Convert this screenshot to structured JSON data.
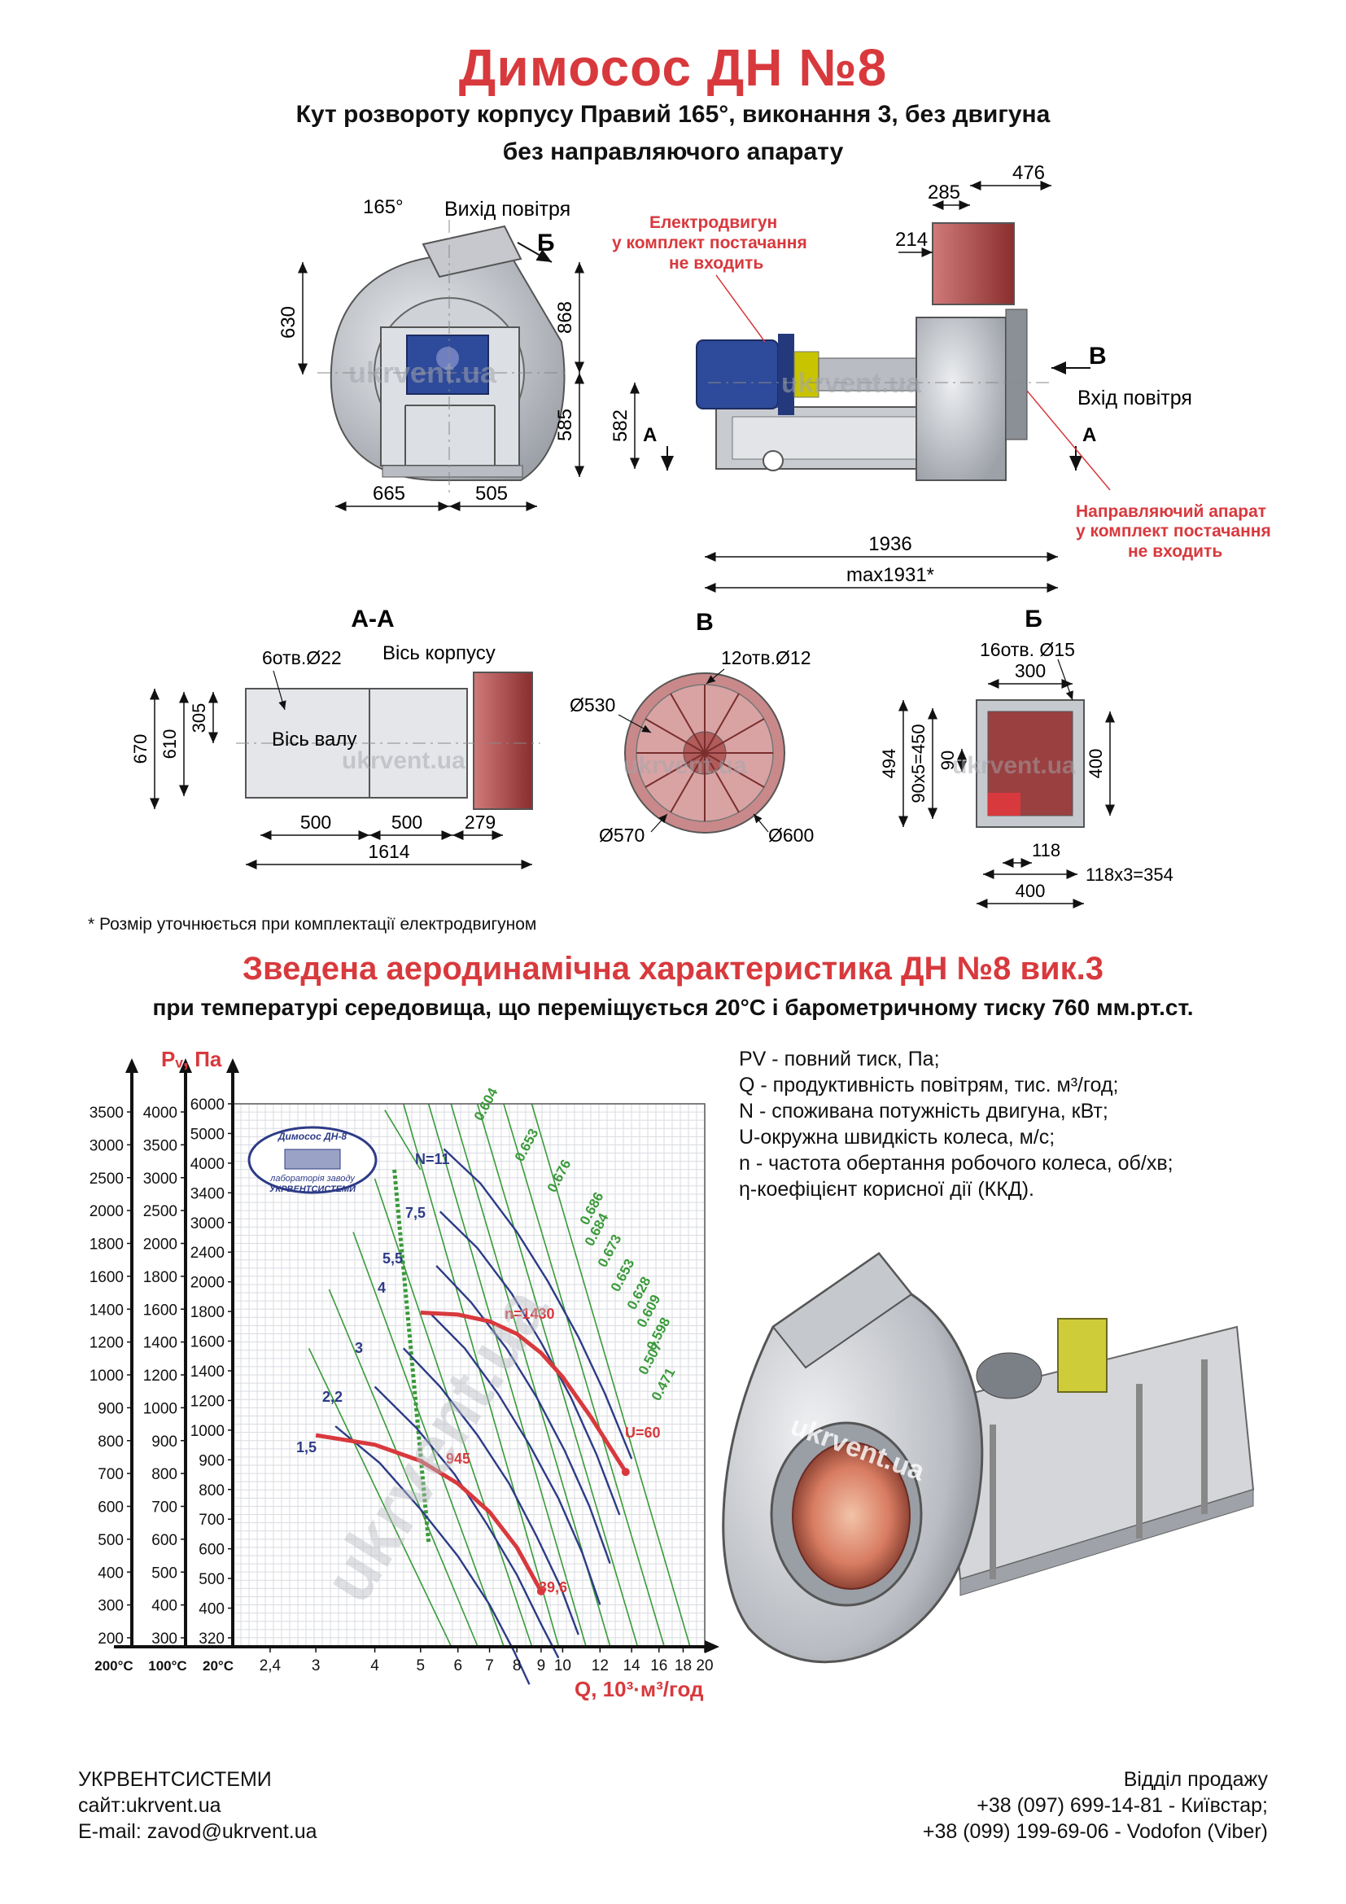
{
  "header": {
    "title": "Димосос  ДН №8",
    "subtitle_line1": "Кут розвороту корпусу Правий 165°, виконання 3, без двигуна",
    "subtitle_line2": "без направляючого апарату"
  },
  "drawing": {
    "front": {
      "angle": "165°",
      "outlet_label": "Вихід повітря",
      "section_mark_b": "Б",
      "dim_630": "630",
      "dim_868": "868",
      "dim_585": "585",
      "dim_665": "665",
      "dim_505": "505",
      "watermark": "ukrvent.ua"
    },
    "side": {
      "motor_note_1": "Електродвигун",
      "motor_note_2": "у комплект постачання",
      "motor_note_3": "не входить",
      "dim_476": "476",
      "dim_285": "285",
      "dim_214": "214",
      "dim_582": "582",
      "mark_a_left": "А",
      "mark_a_right": "А",
      "mark_v": "В",
      "inlet_label": "Вхід повітря",
      "guide_note_1": "Направляючий апарат",
      "guide_note_2": "у комплект постачання",
      "guide_note_3": "не входить",
      "dim_1936": "1936",
      "dim_max": "max1931*",
      "watermark": "ukrvent.ua"
    },
    "section_aa": {
      "title": "А-А",
      "holes": "6отв.Ø22",
      "housing_axis": "Вісь корпусу",
      "shaft_axis": "Вісь валу",
      "dim_670": "670",
      "dim_610": "610",
      "dim_305": "305",
      "dim_500a": "500",
      "dim_500b": "500",
      "dim_279": "279",
      "dim_1614": "1614",
      "watermark": "ukrvent.ua"
    },
    "section_v": {
      "title": "В",
      "holes": "12отв.Ø12",
      "d530": "Ø530",
      "d570": "Ø570",
      "d600": "Ø600",
      "watermark": "ukrvent.ua"
    },
    "section_b": {
      "title": "Б",
      "holes": "16отв. Ø15",
      "dim_300": "300",
      "dim_494": "494",
      "dim_90x5": "90x5=450",
      "dim_90": "90",
      "dim_400v": "400",
      "dim_118": "118",
      "dim_118x3": "118x3=354",
      "dim_400h": "400",
      "watermark": "ukrvent.ua"
    }
  },
  "footnote": "* Розмір уточнюється при комплектації електродвигуном",
  "section2": {
    "title": "Зведена аеродинамічна характеристика ДН №8 вик.3",
    "subtitle": "при температурі середовища, що переміщується 20°С і барометричному тиску 760 мм.рт.ст."
  },
  "chart_data": {
    "type": "line",
    "title": "",
    "ylabel": "Pᵥ, Па",
    "xlabel": "Q, 10³·м³/год",
    "x_scale": "log",
    "y_scale": "log",
    "xlim": [
      2,
      20
    ],
    "ylim": [
      320,
      6000
    ],
    "grid": true,
    "x_ticks": [
      "2,4",
      "3",
      "4",
      "5",
      "6",
      "7",
      "8",
      "9",
      "10",
      "12",
      "14",
      "16",
      "18",
      "20"
    ],
    "x_temp_labels": [
      "200°С",
      "100°С",
      "20°С"
    ],
    "y_axis_200C": [
      "3500",
      "3000",
      "2500",
      "2000",
      "1800",
      "1600",
      "1400",
      "1200",
      "1000",
      "900",
      "800",
      "700",
      "600",
      "500",
      "400",
      "300",
      "200"
    ],
    "y_axis_100C": [
      "4000",
      "3500",
      "3000",
      "2500",
      "2000",
      "1800",
      "1600",
      "1400",
      "1200",
      "1000",
      "900",
      "800",
      "700",
      "600",
      "500",
      "400",
      "300"
    ],
    "y_axis_20C": [
      "6000",
      "5000",
      "4000",
      "3400",
      "3000",
      "2400",
      "2000",
      "1800",
      "1600",
      "1400",
      "1200",
      "1000",
      "900",
      "800",
      "700",
      "600",
      "500",
      "400",
      "320"
    ],
    "stamp": {
      "line1": "Димосос ДН-8",
      "line2": "лабораторія заводу",
      "line3": "УКРВЕНТСИСТЕМИ"
    },
    "watermark": "ukrvent.ua",
    "power_labels": [
      "N=11",
      "7,5",
      "5,5",
      "4",
      "3",
      "2,2",
      "1,5"
    ],
    "speed_labels": [
      "n=1430",
      "945"
    ],
    "speed_end_labels": [
      "U=60",
      "39,6"
    ],
    "efficiency_labels": [
      "0.604",
      "0.653",
      "0.676",
      "0.686",
      "0.684",
      "0.673",
      "0.653",
      "0.628",
      "0.609",
      "0.598",
      "0.507",
      "0.471"
    ],
    "series": [
      {
        "name": "n=1430",
        "points": [
          [
            5.0,
            1940
          ],
          [
            6.0,
            1920
          ],
          [
            7.0,
            1850
          ],
          [
            8.0,
            1730
          ],
          [
            9.0,
            1560
          ],
          [
            10.0,
            1370
          ],
          [
            11.5,
            1100
          ],
          [
            13.6,
            820
          ]
        ]
      },
      {
        "name": "945",
        "points": [
          [
            3.0,
            1000
          ],
          [
            4.0,
            950
          ],
          [
            5.0,
            870
          ],
          [
            6.0,
            770
          ],
          [
            7.0,
            660
          ],
          [
            8.0,
            545
          ],
          [
            9.0,
            430
          ]
        ]
      }
    ],
    "power_curves": [
      {
        "name": "N=11",
        "points": [
          [
            5.6,
            4700
          ],
          [
            6.7,
            3900
          ],
          [
            8.0,
            3000
          ],
          [
            9.3,
            2300
          ],
          [
            10.8,
            1700
          ],
          [
            12.3,
            1250
          ],
          [
            14.0,
            880
          ]
        ]
      },
      {
        "name": "7,5",
        "points": [
          [
            5.5,
            3350
          ],
          [
            6.6,
            2750
          ],
          [
            7.8,
            2150
          ],
          [
            9.0,
            1650
          ],
          [
            10.4,
            1230
          ],
          [
            11.8,
            900
          ],
          [
            13.2,
            650
          ]
        ]
      },
      {
        "name": "5,5",
        "points": [
          [
            5.4,
            2500
          ],
          [
            6.4,
            2050
          ],
          [
            7.6,
            1600
          ],
          [
            8.8,
            1230
          ],
          [
            10.1,
            920
          ],
          [
            11.4,
            680
          ],
          [
            12.6,
            500
          ]
        ]
      },
      {
        "name": "4",
        "points": [
          [
            5.2,
            1950
          ],
          [
            6.2,
            1600
          ],
          [
            7.3,
            1250
          ],
          [
            8.5,
            950
          ],
          [
            9.8,
            710
          ],
          [
            11.0,
            530
          ],
          [
            12.0,
            400
          ]
        ]
      },
      {
        "name": "3",
        "points": [
          [
            4.6,
            1600
          ],
          [
            5.5,
            1300
          ],
          [
            6.6,
            1000
          ],
          [
            7.7,
            770
          ],
          [
            8.8,
            580
          ],
          [
            9.9,
            440
          ],
          [
            10.8,
            340
          ]
        ]
      },
      {
        "name": "2,2",
        "points": [
          [
            4.0,
            1300
          ],
          [
            4.9,
            1040
          ],
          [
            5.9,
            810
          ],
          [
            6.9,
            620
          ],
          [
            8.0,
            470
          ],
          [
            9.0,
            360
          ],
          [
            9.8,
            300
          ]
        ]
      },
      {
        "name": "1,5",
        "points": [
          [
            3.3,
            1050
          ],
          [
            4.1,
            860
          ],
          [
            5.0,
            670
          ],
          [
            6.0,
            520
          ],
          [
            7.0,
            400
          ],
          [
            7.9,
            310
          ],
          [
            8.5,
            260
          ]
        ]
      }
    ]
  },
  "legend": {
    "pv": "PV - повний тиск, Па;",
    "q": "Q - продуктивність повітрям, тис. м³/год;",
    "n_power": "N - споживана потужність двигуна, кВт;",
    "u": "U-окружна швидкість колеса, м/с;",
    "n_speed": "n - частота обертання робочого колеса, об/хв;",
    "eta": "η-коефіцієнт корисної дії (ККД)."
  },
  "render": {
    "watermark": "ukrvent.ua"
  },
  "footer": {
    "company": "УКРВЕНТСИСТЕМИ",
    "site": "сайт:ukrvent.ua",
    "email": "E-mail: zavod@ukrvent.ua",
    "sales": "Відділ продажу",
    "phone1": "+38 (097) 699-14-81 - Київстар;",
    "phone2": "+38 (099) 199-69-06 - Vodofon (Viber)"
  },
  "colors": {
    "accent": "#d8393d",
    "power_curve": "#2d3b86",
    "efficiency_line": "#3a9a3a",
    "steel": "#b9bcc2",
    "housing_red": "#b24a4a",
    "motor_blue": "#2e4a9a"
  }
}
